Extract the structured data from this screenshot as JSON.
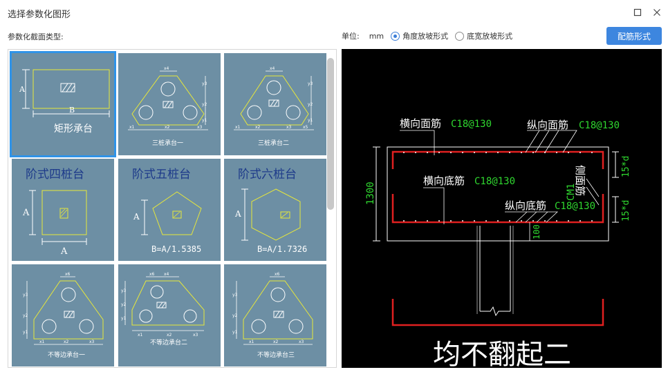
{
  "window": {
    "title": "选择参数化图形"
  },
  "gallery": {
    "label": "参数化截面类型:",
    "items": [
      {
        "name": "矩形承台",
        "dim_a": "A",
        "dim_b": "B"
      },
      {
        "name": "三桩承台一",
        "dims": [
          "x4",
          "y3",
          "y2",
          "y1",
          "x1",
          "x2",
          "x3"
        ]
      },
      {
        "name": "三桩承台二",
        "dims": [
          "x4",
          "y3",
          "y2",
          "y1",
          "x1",
          "x2",
          "x3",
          "x5"
        ]
      },
      {
        "name": "阶式四桩台",
        "dim_a": "A",
        "dim_b": "A"
      },
      {
        "name": "阶式五桩台",
        "dim_a": "A",
        "formula": "B=A/1.5385"
      },
      {
        "name": "阶式六桩台",
        "dim_a": "A",
        "formula": "B=A/1.7326"
      },
      {
        "name": "不等边承台一",
        "dims": [
          "x6",
          "y3",
          "y2",
          "y1",
          "x1",
          "x2",
          "x3"
        ]
      },
      {
        "name": "不等边承台二",
        "dims": [
          "x6",
          "x4",
          "y3",
          "y2",
          "y1",
          "x1",
          "x2",
          "x3"
        ]
      },
      {
        "name": "不等边承台三",
        "dims": [
          "x6",
          "y3",
          "y2",
          "y1",
          "x1",
          "x2",
          "x3"
        ]
      }
    ]
  },
  "units": {
    "label": "单位:",
    "value": "mm"
  },
  "slope_options": [
    {
      "label": "角度放坡形式",
      "checked": true
    },
    {
      "label": "底宽放坡形式",
      "checked": false
    }
  ],
  "actions": {
    "configure": "配筋形式"
  },
  "preview": {
    "height_dim": "1300",
    "top_transverse": "横向面筋",
    "top_transverse_spec": "C18@130",
    "top_longitudinal": "纵向面筋",
    "top_longitudinal_spec": "C18@130",
    "bottom_transverse": "横向底筋",
    "bottom_transverse_spec": "C18@130",
    "bottom_longitudinal": "纵向底筋",
    "bottom_longitudinal_spec": "C18@130",
    "side_bar": "侧面筋",
    "side_spec": "CM1",
    "anchor_top": "15*d",
    "anchor_bottom": "15*d",
    "embed": "100",
    "caption": "均不翻起二"
  }
}
